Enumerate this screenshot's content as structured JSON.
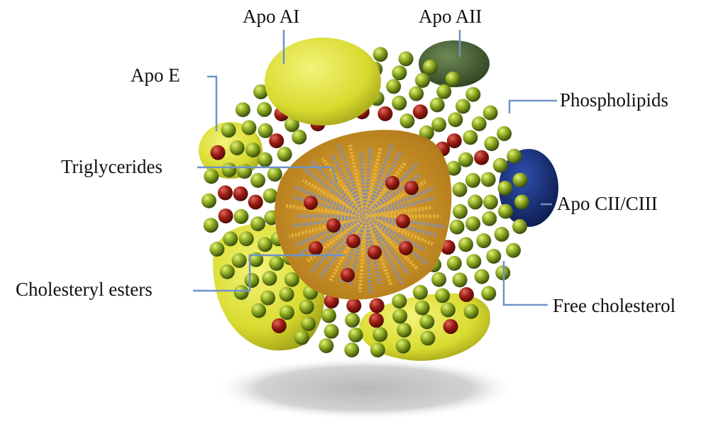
{
  "labels": {
    "apo_ai": "Apo AI",
    "apo_aii": "Apo AII",
    "apo_e": "Apo E",
    "phospholipids": "Phospholipids",
    "triglycerides": "Triglycerides",
    "apo_ciiciii": "Apo CII/CIII",
    "cholesteryl_esters": "Cholesteryl esters",
    "free_cholesterol": "Free cholesterol"
  },
  "colors": {
    "leader_line": "#6f93c8",
    "phospholipid_bead": "#6e8e16",
    "free_cholesterol_bead": "#9a1b12",
    "apo_ai": "#d8db2f",
    "apo_aii": "#3d5a2c",
    "apo_ciiciii": "#0d2566",
    "apo_e": "#d8db2f",
    "core": "#d49a28",
    "core_chains": "#8b8fa5",
    "shadow": "#c4c4c4"
  }
}
